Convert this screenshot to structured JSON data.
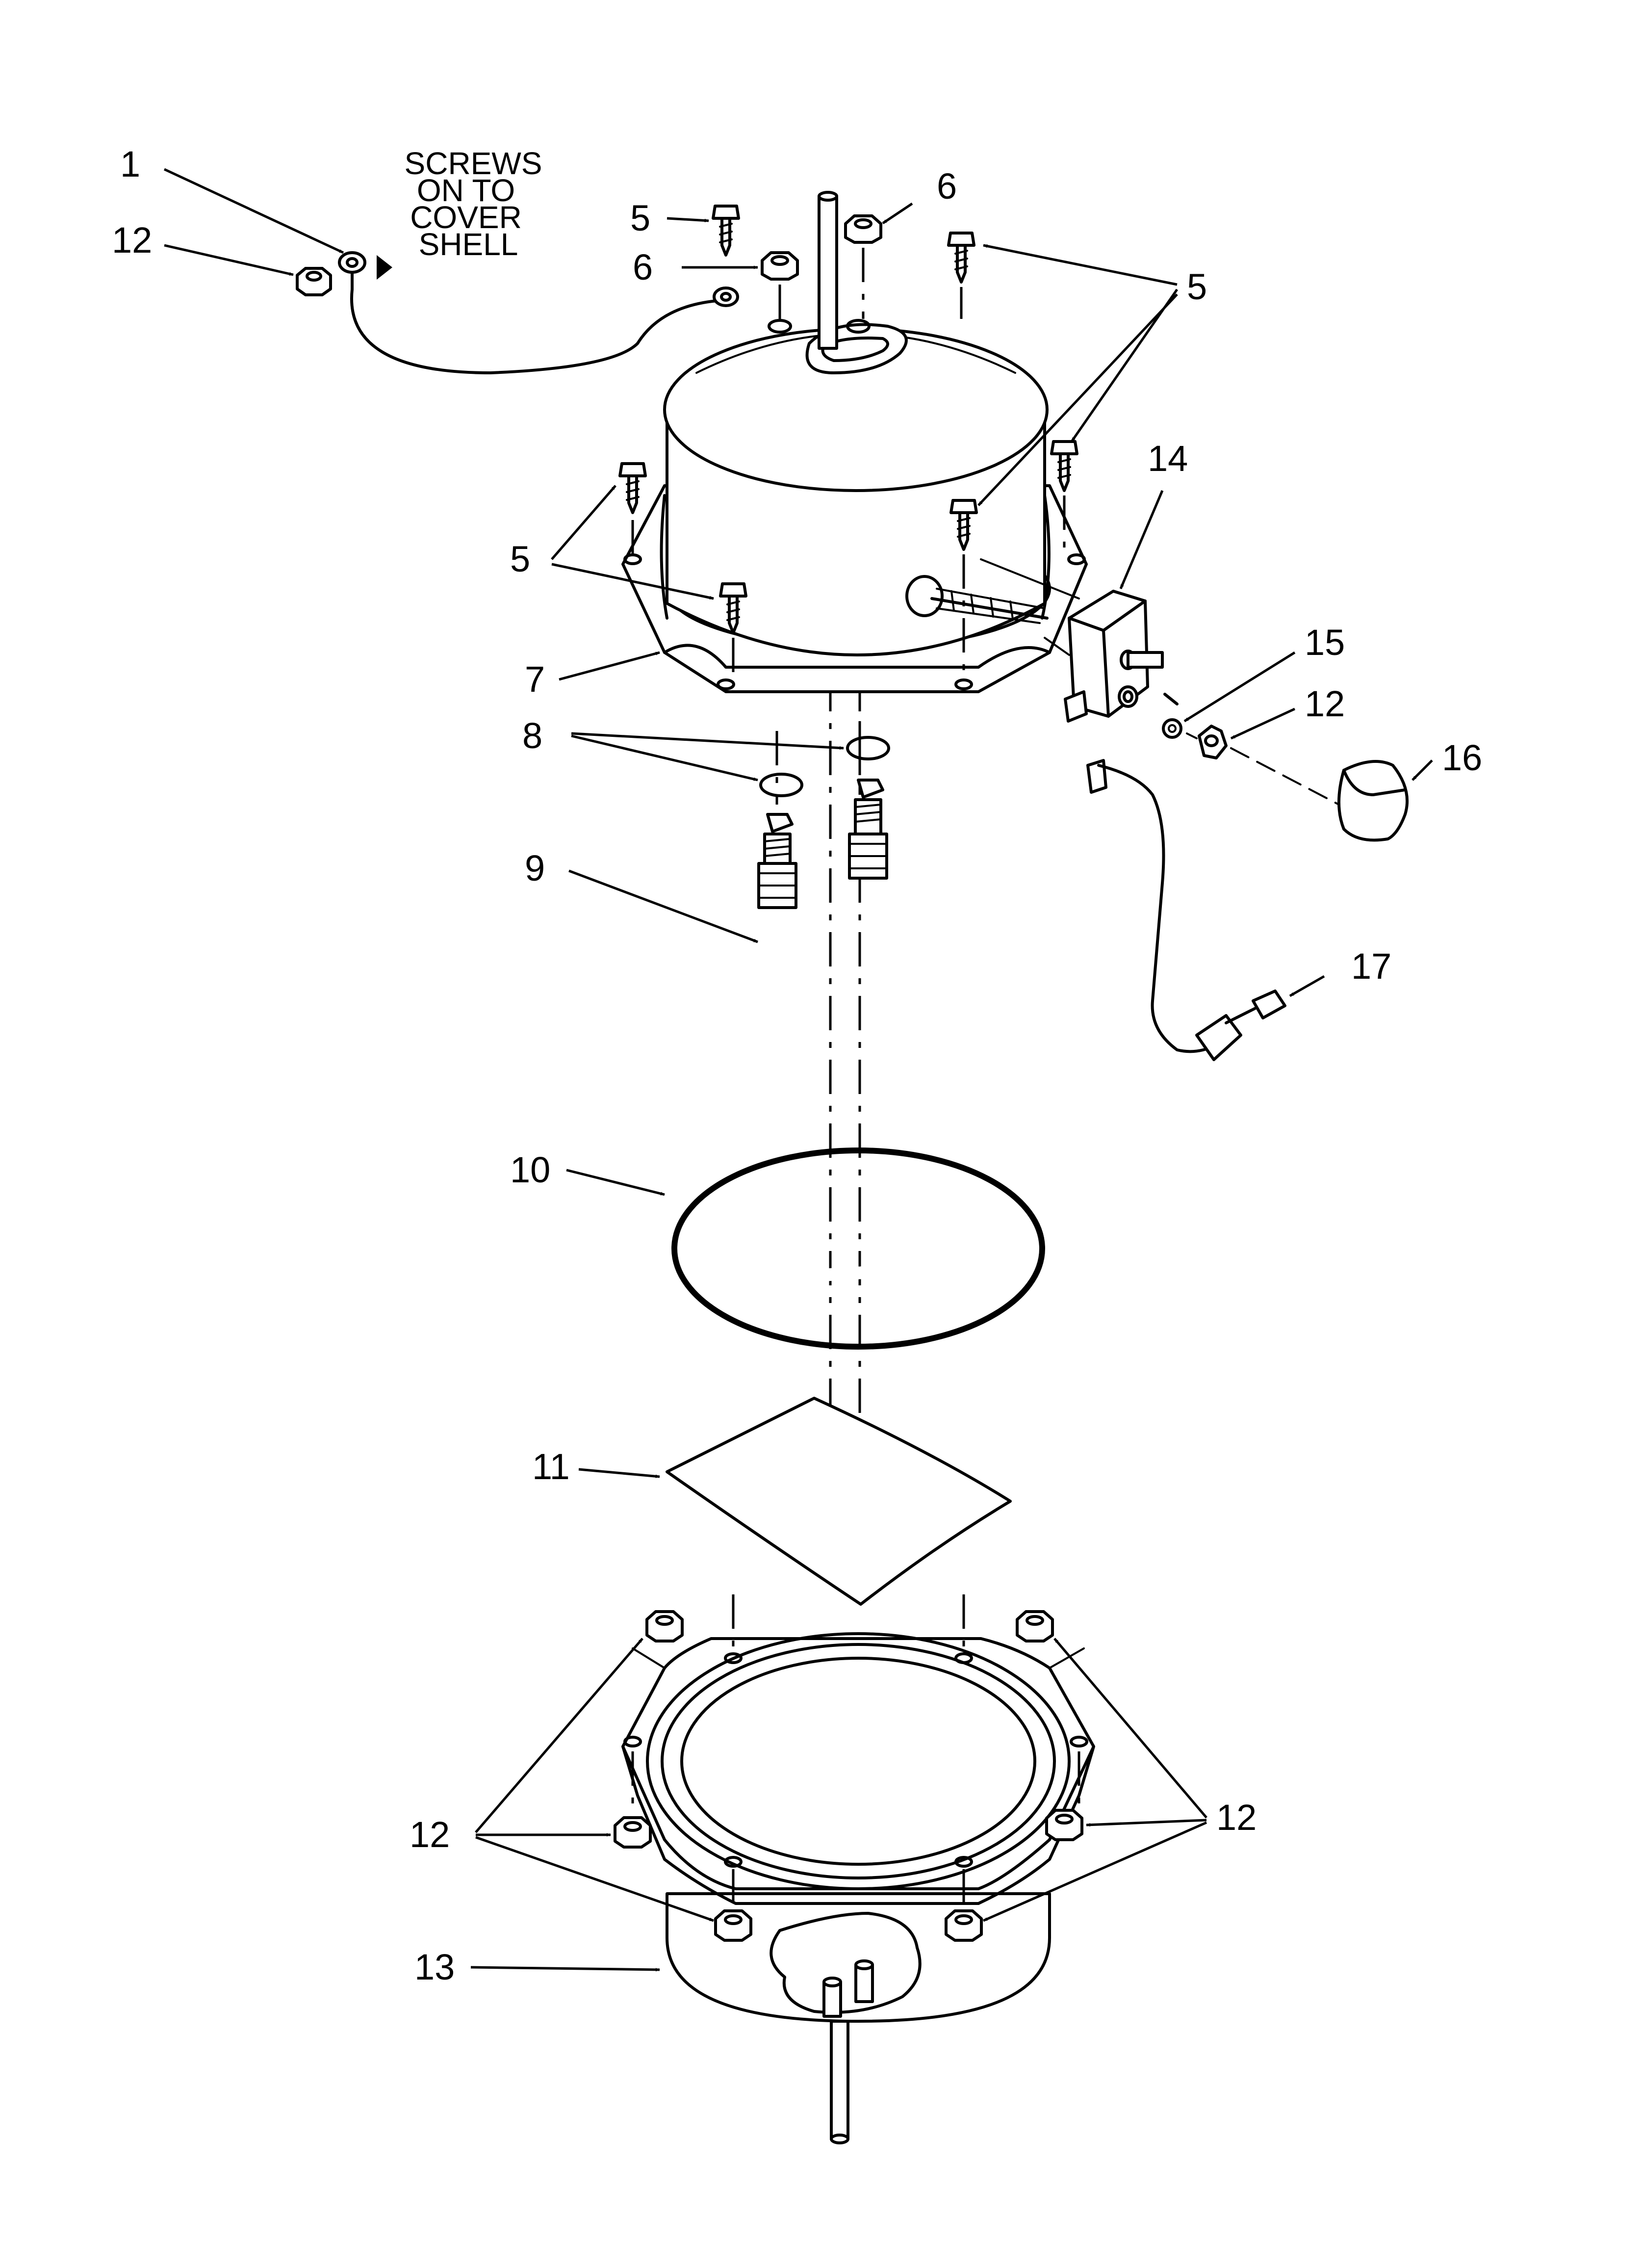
{
  "callouts": {
    "c1": "1",
    "c5a": "5",
    "c5b": "5",
    "c5c": "5",
    "c6a": "6",
    "c6b": "6",
    "c7": "7",
    "c8": "8",
    "c9": "9",
    "c10": "10",
    "c11": "11",
    "c12a": "12",
    "c12b": "12",
    "c12c": "12",
    "c12d": "12",
    "c13": "13",
    "c14": "14",
    "c15": "15",
    "c16": "16",
    "c17": "17"
  },
  "note": {
    "line1": "SCREWS",
    "line2": "ON TO",
    "line3": "COVER",
    "line4": "SHELL"
  }
}
